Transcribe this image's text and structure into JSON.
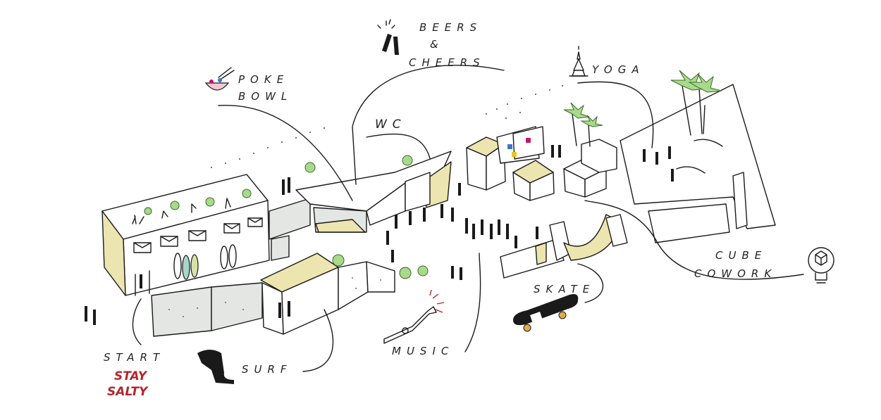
{
  "map": {
    "labels": {
      "beers_line1": "BEERS",
      "beers_amp": "&",
      "beers_line2": "CHEERS",
      "poke_line1": "POKE",
      "poke_line2": "BOWL",
      "wc": "WC",
      "yoga": "YOGA",
      "cube_line1": "CUBE",
      "cube_line2": "COWORK",
      "skate": "SKATE",
      "music": "MUSIC",
      "surf": "SURF",
      "start": "START",
      "tagline_line1": "STAY",
      "tagline_line2": "SALTY"
    },
    "icons": [
      "beer-bottles-icon",
      "poke-bowl-icon",
      "yoga-pagoda-icon",
      "lightbulb-cube-icon",
      "skateboard-icon",
      "trumpet-icon",
      "wetsuit-icon"
    ],
    "colors": {
      "ink": "#1a1a1a",
      "sand": "#ece5b0",
      "shade": "#e3e6e2",
      "foliage": "#a9d98a",
      "tagline": "#b3262c",
      "accent_blue": "#3a7bc8",
      "accent_magenta": "#c2186a",
      "accent_yellow": "#e6c52a"
    }
  }
}
